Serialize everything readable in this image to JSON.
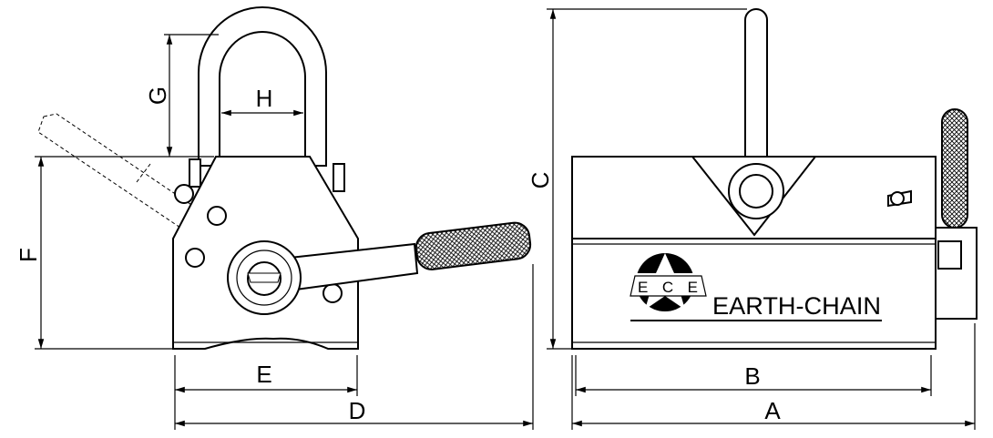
{
  "drawing": {
    "dimension_labels": {
      "A": "A",
      "B": "B",
      "C": "C",
      "D": "D",
      "E": "E",
      "F": "F",
      "G": "G",
      "H": "H"
    },
    "logo_text": "ECE",
    "brand_text": "EARTH-CHAIN"
  }
}
